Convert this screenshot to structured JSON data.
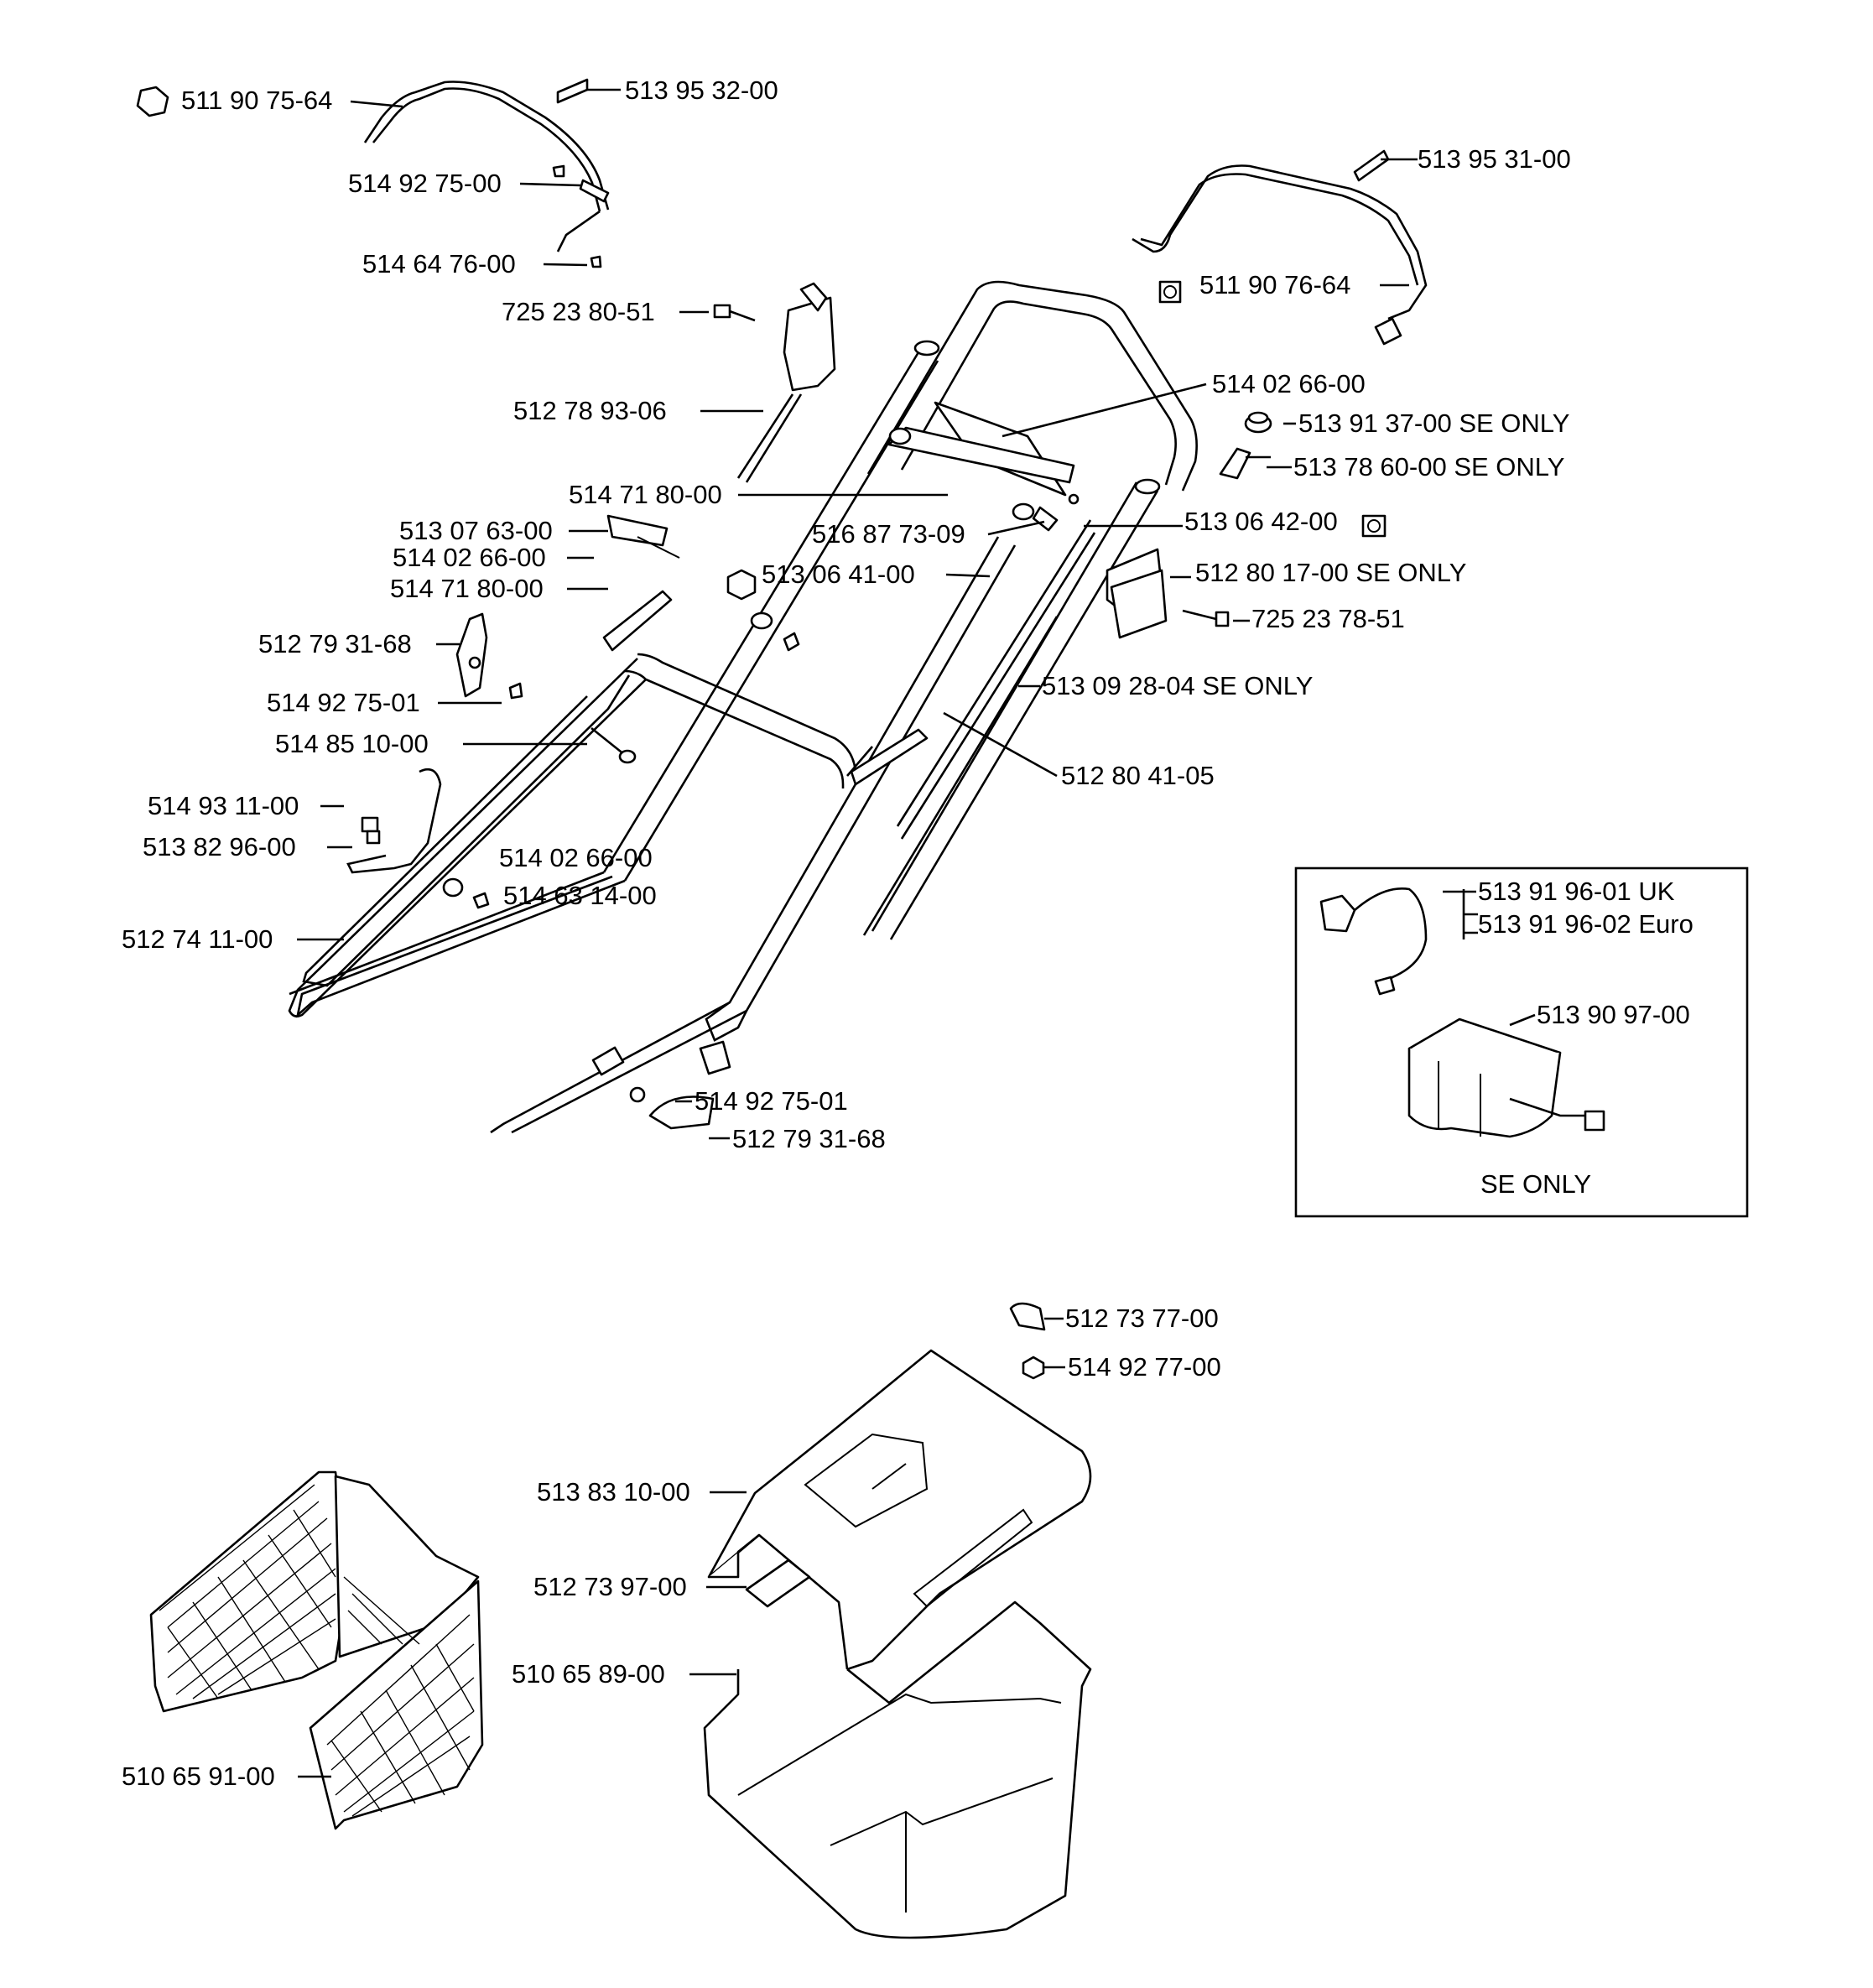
{
  "diagram": {
    "labels": {
      "top_bar_left": "511 90 75-64",
      "grip_left": "513 95 32-00",
      "screw_left_bar_a": "514 92 75-00",
      "screw_left_bar_b": "514 64 76-00",
      "bolt_cable": "725 23 80-51",
      "cable_lever": "512 78 93-06",
      "washer_plate_a": "514 71 80-00",
      "strap_a": "513 07 63-00",
      "washer_a": "514 02 66-00",
      "washer_b": "514 71 80-00",
      "knob_left": "512 79 31-68",
      "screw_c": "514 92 75-01",
      "bolt_b": "514 85 10-00",
      "screw_d": "514 93 11-00",
      "clip": "513 82 96-00",
      "side_bar": "512 74 11-00",
      "washer_c": "514 02 66-00",
      "nut_c": "514 63 14-00",
      "top_bar_right": "511 90 76-64",
      "grip_right": "513 95 31-00",
      "washer_top": "514 02 66-00",
      "switch_se": "513 91 37-00 SE ONLY",
      "key_se": "513 78 60-00 SE ONLY",
      "clip_b": "516 87 73-09",
      "nut_top": "513 06 42-00",
      "nut_mid": "513 06 41-00",
      "box_se": "512 80 17-00 SE ONLY",
      "bolt_right": "725 23 78-51",
      "wire_se": "513 09 28-04 SE ONLY",
      "handle_lower": "512 80 41-05",
      "screw_e": "514 92 75-01",
      "knob_right": "512 79 31-68",
      "charger_uk": "513 91 96-01 UK",
      "charger_euro": "513 91 96-02 Euro",
      "battery": "513 90 97-00",
      "se_only": "SE ONLY",
      "clip_top": "512 73 77-00",
      "plug_top": "514 92 77-00",
      "catcher_top": "513 83 10-00",
      "handle_grip": "512 73 97-00",
      "catcher_bottom": "510 65 89-00",
      "mesh_sides": "510 65 91-00"
    }
  }
}
